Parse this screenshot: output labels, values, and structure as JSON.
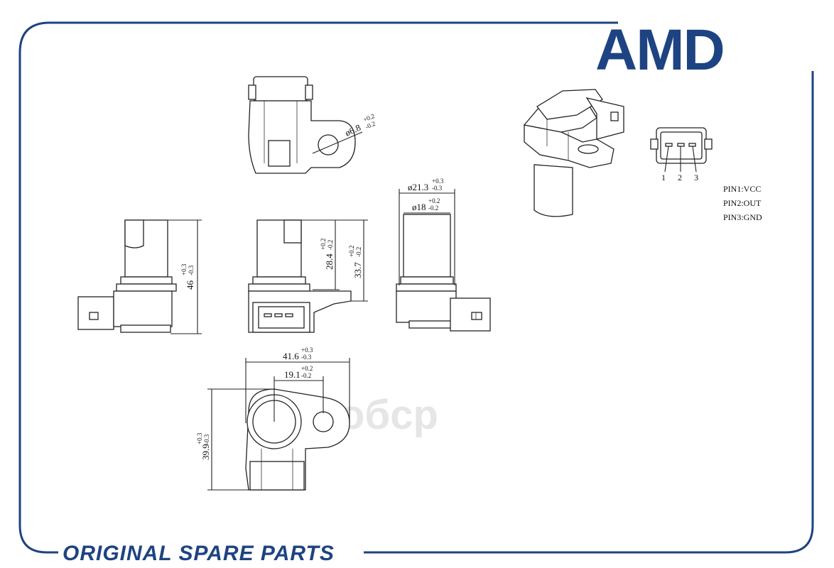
{
  "brand": {
    "logo_text": "AMD",
    "color": "#1e4382"
  },
  "footer": {
    "tagline": "ORIGINAL SPARE PARTS"
  },
  "watermark": {
    "text": "oбcp"
  },
  "pinout": {
    "numbers": [
      "1",
      "2",
      "3"
    ],
    "labels": [
      "PIN1:VCC",
      "PIN2:OUT",
      "PIN3:GND"
    ]
  },
  "dimensions": {
    "hole_dia": {
      "value": "ø6.8",
      "tol_plus": "+0.2",
      "tol_minus": "-0.2"
    },
    "outer_dia": {
      "value": "ø21.3",
      "tol_plus": "+0.3",
      "tol_minus": "-0.3"
    },
    "body_dia": {
      "value": "ø18",
      "tol_plus": "+0.2",
      "tol_minus": "-0.2"
    },
    "height_total": {
      "value": "46",
      "tol_plus": "+0.3",
      "tol_minus": "-0.3"
    },
    "height_mid": {
      "value": "28.4",
      "tol_plus": "+0.2",
      "tol_minus": "-0.2"
    },
    "height_flange": {
      "value": "33.7",
      "tol_plus": "+0.2",
      "tol_minus": "-0.2"
    },
    "width_total": {
      "value": "41.6",
      "tol_plus": "+0.3",
      "tol_minus": "-0.3"
    },
    "hole_spacing": {
      "value": "19.1",
      "tol_plus": "+0.2",
      "tol_minus": "-0.2"
    },
    "depth_total": {
      "value": "39.9",
      "tol_plus": "+0.3",
      "tol_minus": "-0.3"
    }
  }
}
